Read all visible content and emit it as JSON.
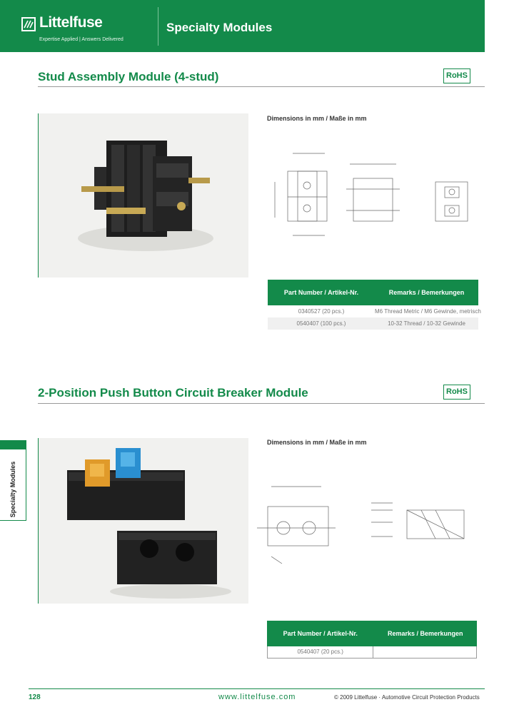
{
  "header": {
    "brand": "Littelfuse",
    "tagline": "Expertise Applied | Answers Delivered",
    "title": "Specialty Modules"
  },
  "sections": [
    {
      "title": "Stud Assembly Module (4-stud)",
      "rohs": "RoHS",
      "dimensions_label": "Dimensions in mm / Maße in mm",
      "table": {
        "headers": [
          "Part Number / Artikel-Nr.",
          "Remarks / Bemerkungen"
        ],
        "rows": [
          [
            "0340527 (20 pcs.)",
            "M6 Thread Metric / M6 Gewinde, metrisch"
          ],
          [
            "0540407 (100 pcs.)",
            "10-32 Thread / 10-32 Gewinde"
          ]
        ]
      }
    },
    {
      "title": "2-Position Push Button Circuit Breaker Module",
      "rohs": "RoHS",
      "dimensions_label": "Dimensions in mm / Maße in mm",
      "table": {
        "headers": [
          "Part Number / Artikel-Nr.",
          "Remarks / Bemerkungen"
        ],
        "rows": [
          [
            "0540407 (20 pcs.)",
            ""
          ]
        ]
      }
    }
  ],
  "side_tab": "Specialty Modules",
  "footer": {
    "page": "128",
    "url": "www.littelfuse.com",
    "copyright": "© 2009 Littelfuse · Automotive Circuit Protection Products"
  },
  "colors": {
    "brand_green": "#138a4a"
  }
}
